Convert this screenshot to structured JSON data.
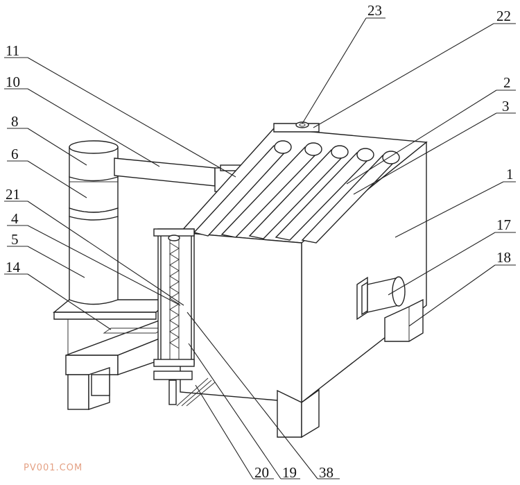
{
  "labels": {
    "l23": "23",
    "l22": "22",
    "l11": "11",
    "l10": "10",
    "l2": "2",
    "l3": "3",
    "l8": "8",
    "l6": "6",
    "l1": "1",
    "l21": "21",
    "l4": "4",
    "l17": "17",
    "l5": "5",
    "l18": "18",
    "l14": "14",
    "l20": "20",
    "l19": "19",
    "l38": "38"
  },
  "watermark": "PV001.COM"
}
